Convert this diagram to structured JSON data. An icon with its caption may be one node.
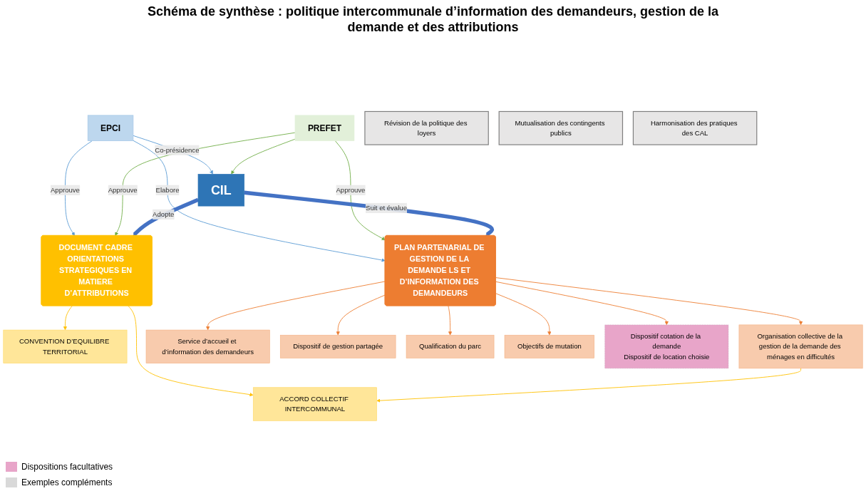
{
  "diagram": {
    "title": "Schéma de synthèse : politique intercommunale d’information des demandeurs, gestion de la demande et des attributions",
    "nodes": [
      {
        "text": [
          "EPCI"
        ]
      },
      {
        "text": [
          "CIL"
        ]
      },
      {
        "text": [
          "PREFET"
        ]
      },
      {
        "text": [
          "DOCUMENT CADRE ORIENTATIONS STRATEGIQUES EN MATIERE D’ATTRIBUTIONS"
        ]
      },
      {
        "text": [
          "PLAN PARTENARIAL DE GESTION DE LA DEMANDE LS ET D’INFORMATION DES DEMANDEURS"
        ]
      },
      {
        "text": [
          "Révision de la politique des loyers"
        ]
      },
      {
        "text": [
          "CONVENTION D’EQUILIBRE TERRITORIAL"
        ]
      },
      {
        "text": [
          "ACCORD COLLECTIF INTERCOMMUNAL"
        ]
      },
      {
        "text": [
          "Mutualisation des contingents publics"
        ]
      },
      {
        "text": [
          "Organisation collective de la gestion de la demande des ménages en difficultés"
        ]
      },
      {
        "text": [
          "Harmonisation des pratiques des CAL"
        ]
      },
      {
        "text": [
          "Service d’accueil et d’information des demandeurs"
        ]
      },
      {
        "text": [
          "Dispositif de gestion partagée"
        ]
      },
      {
        "text": [
          "Qualification du parc"
        ]
      },
      {
        "text": [
          "Objectifs de mutation"
        ]
      },
      {
        "text": [
          "Dispositif cotation de la demande",
          "Dispositif de location choisie"
        ]
      }
    ],
    "edges": [
      {
        "from": 0,
        "to": 1,
        "arrow": "to",
        "label": "Co-présidence",
        "color": "#5b9bd5"
      },
      {
        "from": 2,
        "to": 1,
        "arrow": "to",
        "color": "#70ad47"
      },
      {
        "from": 0,
        "to": 3,
        "arrow": "to",
        "label": "Approuve",
        "color": "#5b9bd5"
      },
      {
        "from": 0,
        "to": 4,
        "arrow": "to",
        "label": "Elabore",
        "color": "#5b9bd5"
      },
      {
        "from": 2,
        "to": 3,
        "arrow": "to",
        "label": "Approuve",
        "color": "#70ad47"
      },
      {
        "from": 2,
        "to": 4,
        "arrow": "to",
        "label": "Approuve",
        "color": "#70ad47"
      },
      {
        "from": 1,
        "to": 3,
        "arrow": "to",
        "label": "Adopte",
        "style": "thick",
        "color": "#4472c4"
      },
      {
        "from": 1,
        "to": 4,
        "arrow": "to",
        "label": "Suit et évalue",
        "style": "thick",
        "color": "#4472c4"
      },
      {
        "from": 3,
        "to": 6,
        "arrow": "to",
        "color": "#ffc000"
      },
      {
        "from": 3,
        "to": 7,
        "arrow": "to",
        "color": "#ffc000"
      },
      {
        "from": 9,
        "to": 7,
        "arrow": "to",
        "color": "#ffc000"
      },
      {
        "from": 4,
        "to": 11,
        "arrow": "to",
        "color": "#ed7d31"
      },
      {
        "from": 4,
        "to": 12,
        "arrow": "to",
        "color": "#ed7d31"
      },
      {
        "from": 4,
        "to": 13,
        "arrow": "to",
        "color": "#ed7d31"
      },
      {
        "from": 4,
        "to": 14,
        "arrow": "to",
        "color": "#ed7d31"
      },
      {
        "from": 4,
        "to": 15,
        "arrow": "to",
        "color": "#ed7d31"
      },
      {
        "from": 4,
        "to": 9,
        "arrow": "to",
        "color": "#ed7d31"
      }
    ],
    "legend": [
      {
        "text": "Dispositions facultatives",
        "color": "#e8a5c9"
      },
      {
        "text": "Exemples  compléments",
        "color": "#d9d9d9"
      }
    ]
  }
}
